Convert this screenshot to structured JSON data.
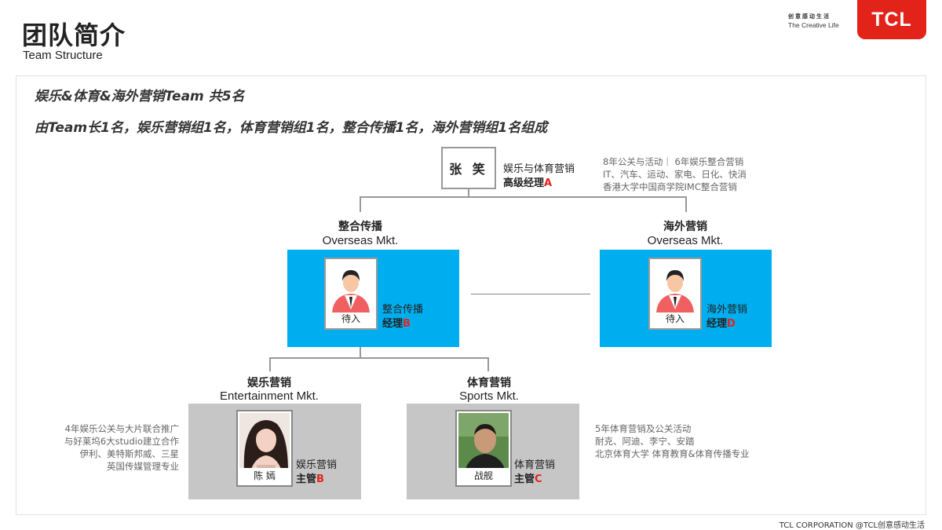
{
  "header": {
    "title": "团队简介",
    "subtitle": "Team Structure",
    "slogan_cn": "创意感动生活",
    "slogan_en": "The Creative Life",
    "logo": "TCL"
  },
  "headlines": [
    "娱乐&体育&海外营销Team 共5名",
    "由Team长1名，娱乐营销组1名，体育营销组1名，整合传播1名，海外营销组1名组成"
  ],
  "leader": {
    "name": "张 笑",
    "role": "娱乐与体育营销",
    "title": "高级经理",
    "grade": "A",
    "notes": [
      "8年公关与活动｜ 6年娱乐整合营销",
      "IT、汽车、运动、家电、日化、快消",
      "香港大学中国商学院IMC整合营销"
    ]
  },
  "groups": {
    "integrated": {
      "name_cn": "整合传播",
      "name_en": "Overseas Mkt.",
      "person": "待入",
      "role": "整合传播",
      "title": "经理",
      "grade": "B"
    },
    "overseas": {
      "name_cn": "海外营销",
      "name_en": "Overseas Mkt.",
      "person": "待入",
      "role": "海外营销",
      "title": "经理",
      "grade": "D"
    },
    "entertainment": {
      "name_cn": "娱乐营销",
      "name_en": "Entertainment Mkt.",
      "person": "陈 嫣",
      "role": "娱乐营销",
      "title": "主管",
      "grade": "B",
      "notes": [
        "4年娱乐公关与大片联合推广",
        "与好莱坞6大studio建立合作",
        "伊利、美特斯邦威、三星",
        "英国传媒管理专业"
      ]
    },
    "sports": {
      "name_cn": "体育营销",
      "name_en": "Sports Mkt.",
      "person": "战舰",
      "role": "体育营销",
      "title": "主管",
      "grade": "C",
      "notes": [
        "5年体育营销及公关活动",
        "耐克、阿迪、李宁、安踏",
        "北京体育大学 体育教育&体育传播专业"
      ]
    }
  },
  "footer": "TCL CORPORATION @TCL创意感动生活",
  "colors": {
    "accent": "#e2231a",
    "blue": "#00aeef",
    "gray": "#c6c6c6"
  },
  "icons": [
    "avatar-placeholder-icon",
    "avatar-placeholder-icon"
  ]
}
